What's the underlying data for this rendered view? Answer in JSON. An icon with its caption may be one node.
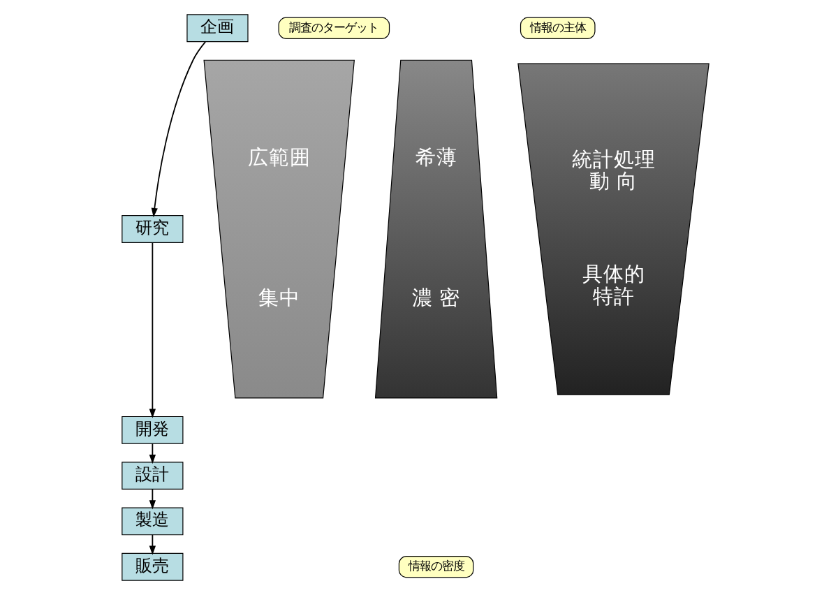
{
  "diagram": {
    "nodes": [
      {
        "text": [
          "企画"
        ]
      },
      {
        "text": [
          "研究"
        ]
      },
      {
        "text": [
          "開発"
        ]
      },
      {
        "text": [
          "設計"
        ]
      },
      {
        "text": [
          "製造"
        ]
      },
      {
        "text": [
          "販売"
        ]
      },
      {
        "text": [
          "調査のターゲット"
        ]
      },
      {
        "text": [
          "情報の主体"
        ]
      },
      {
        "text": [
          "広範囲",
          "集中"
        ]
      },
      {
        "text": [
          "希薄",
          "濃 密"
        ]
      },
      {
        "text": [
          "統計処理",
          "動 向",
          "具体的",
          "特許"
        ]
      },
      {
        "text": [
          "情報の密度"
        ]
      }
    ],
    "edges": [
      {
        "from": 0,
        "to": 1,
        "arrow": "to"
      },
      {
        "from": 1,
        "to": 2,
        "arrow": "to"
      },
      {
        "from": 2,
        "to": 3,
        "arrow": "to"
      },
      {
        "from": 3,
        "to": 4,
        "arrow": "to"
      },
      {
        "from": 4,
        "to": 5,
        "arrow": "to"
      }
    ]
  }
}
